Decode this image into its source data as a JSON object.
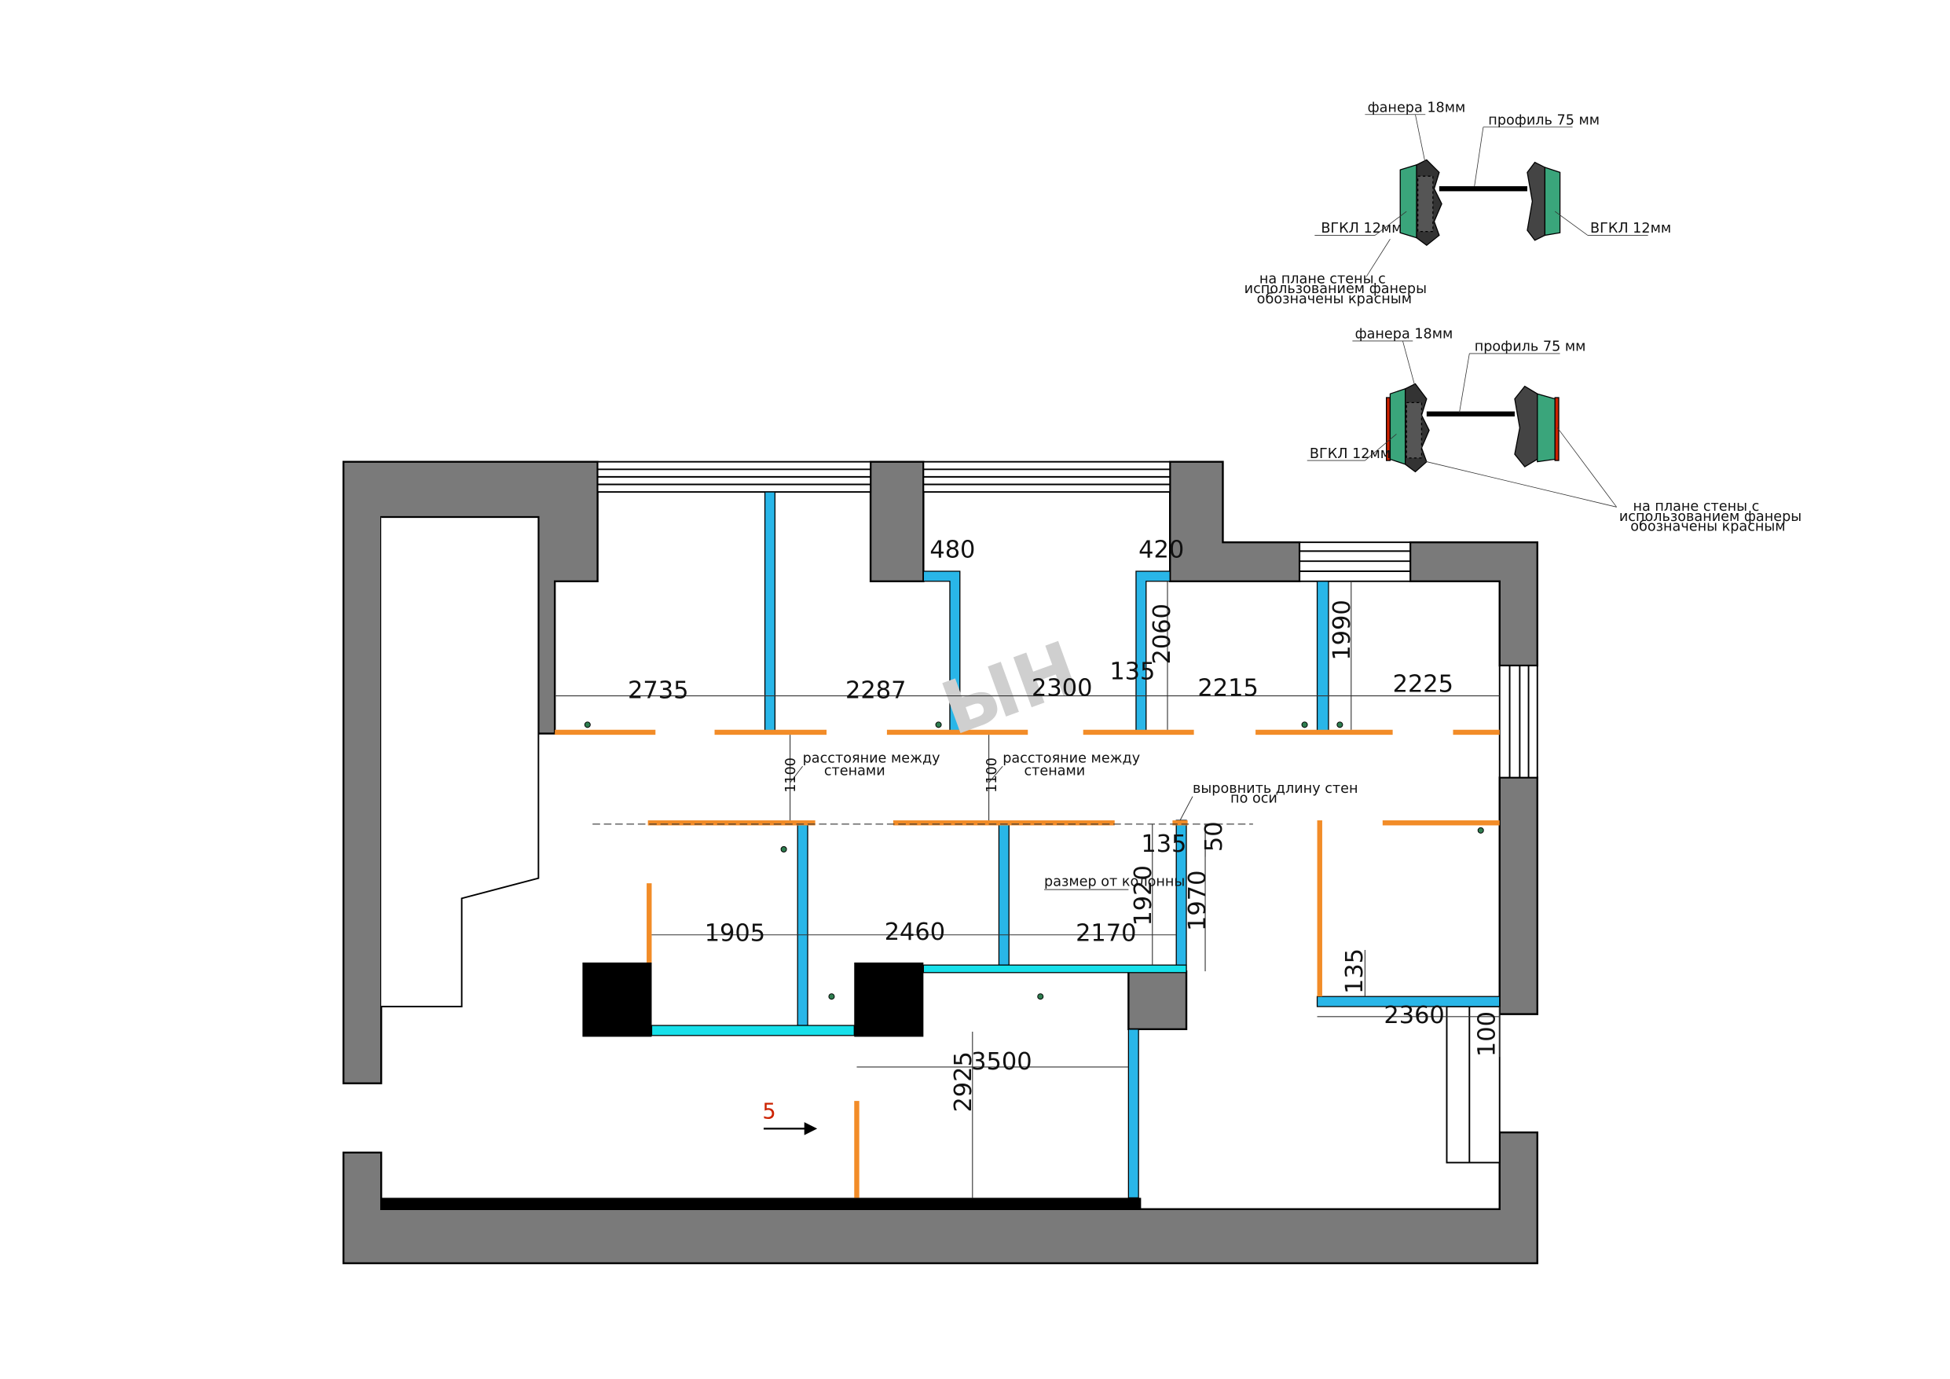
{
  "colors": {
    "wall": "#7a7a7a",
    "partition": "#29b6e8",
    "partition_light": "#17e0ea",
    "plywood": "#f28c28",
    "column": "#000000",
    "gypsum": "#3aa57b",
    "arrow_mark": "#cc2200",
    "watermark": "#cfcfcf"
  },
  "watermark": "ЫН",
  "dimensions": {
    "top": [
      "2735",
      "2287",
      "2300",
      "2215",
      "2225"
    ],
    "top_offsets": [
      "480",
      "420",
      "135"
    ],
    "top_heights": [
      "2060",
      "1990"
    ],
    "gaps": [
      "1100",
      "1100"
    ],
    "mid": [
      "1905",
      "2460",
      "2170"
    ],
    "mid_small": [
      "135",
      "50"
    ],
    "mid_heights": [
      "1920",
      "1970"
    ],
    "right": [
      "135",
      "2360",
      "100"
    ],
    "bottom": [
      "3500",
      "2925"
    ]
  },
  "notes": {
    "between_walls": [
      "расстояние между",
      "стенами"
    ],
    "align_walls": [
      "выровнить длину стен",
      "по оси"
    ],
    "from_column": "размер от колонны"
  },
  "entry_mark": "5",
  "detail_1": {
    "plywood": "фанера 18мм",
    "profile": "профиль 75  мм",
    "gkl_left": "ВГКЛ 12мм",
    "gkl_right": "ВГКЛ 12мм",
    "legend": [
      "на плане стены с",
      "использованием фанеры",
      "обозначены красным"
    ]
  },
  "detail_2": {
    "plywood": "фанера 18мм",
    "profile": "профиль 75  мм",
    "gkl_left": "ВГКЛ 12мм",
    "legend": [
      "на плане стены с",
      "использованием фанеры",
      "обозначены красным"
    ]
  }
}
